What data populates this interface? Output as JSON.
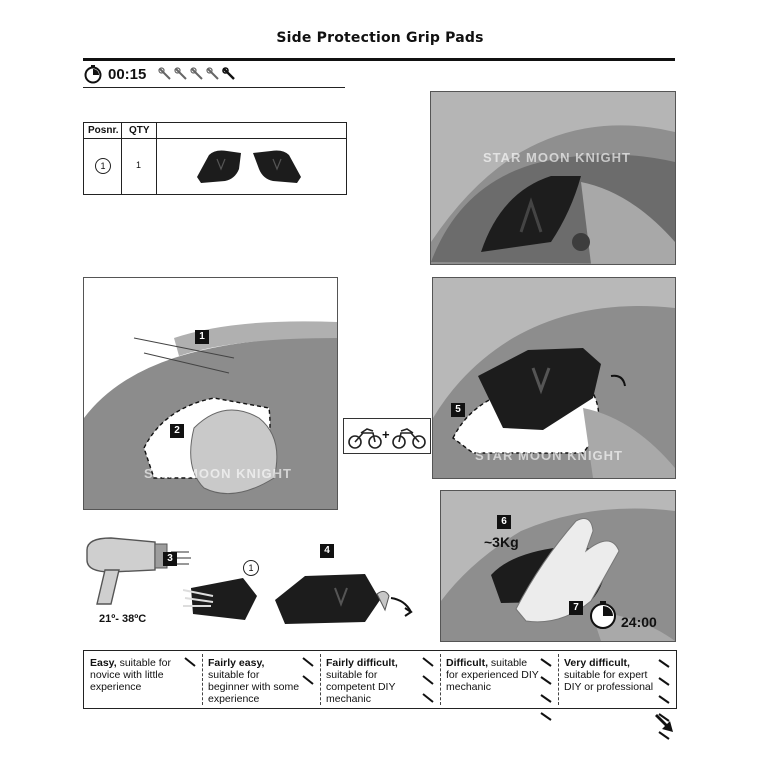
{
  "header": {
    "title": "Side Protection Grip Pads",
    "time": "00:15",
    "difficulty_level_of_5": 5
  },
  "parts_table": {
    "col_pos": "Posnr.",
    "col_qty": "QTY",
    "rows": [
      {
        "pos": "1",
        "qty": "1",
        "image": "pair of black grip pads"
      }
    ]
  },
  "watermark": "STAR MOON KNIGHT",
  "steps": {
    "s1": "1",
    "s2": "2",
    "s3": "3",
    "s4": "4",
    "s5": "5",
    "s6": "6",
    "s7": "7"
  },
  "labels": {
    "temperature": "21º- 38ºC",
    "pressure": "~3Kg",
    "wait_time": "24:00",
    "part_ref": "1",
    "plus": "+"
  },
  "difficulty": [
    {
      "strong": "Easy,",
      "rest": " suitable for novice with little experience",
      "wrenches": 1
    },
    {
      "strong": "Fairly easy,",
      "rest": " suitable for beginner with some experience",
      "wrenches": 2
    },
    {
      "strong": "Fairly difficult,",
      "rest": " suitable for competent DIY mechanic",
      "wrenches": 3
    },
    {
      "strong": "Difficult,",
      "rest": " suitable for experienced DIY mechanic",
      "wrenches": 4
    },
    {
      "strong": "Very difficult,",
      "rest": " suitable for expert DIY or professional",
      "wrenches": 5
    }
  ],
  "colors": {
    "ink": "#111111",
    "panel_gray": "#9a9a9a",
    "pad_black": "#1c1c1c"
  },
  "icons": [
    "stopwatch-icon",
    "wrench-icon",
    "motorcycle-icon",
    "hairdryer-icon",
    "hand-icon",
    "next-page-arrow-icon"
  ]
}
